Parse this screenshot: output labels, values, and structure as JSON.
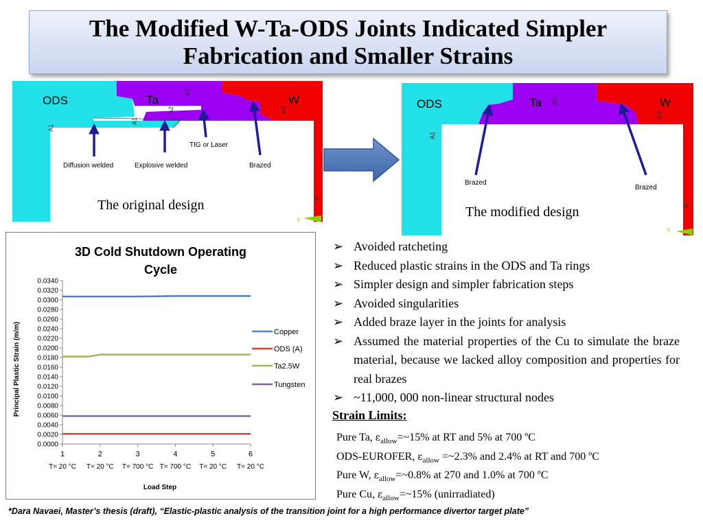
{
  "title": {
    "line1": "The Modified W-Ta-ODS Joints Indicated Simpler",
    "line2": "Fabrication and Smaller Strains"
  },
  "original": {
    "labels": {
      "ods": "ODS",
      "ta": "Ta",
      "w": "W",
      "a1": "A1",
      "a2": "A2",
      "a3": "A3",
      "x": "X",
      "y": "Y"
    },
    "annotations": {
      "diffusion": "Diffusion welded",
      "explosive": "Explosive welded",
      "tig": "TIG or Laser",
      "brazed": "Brazed"
    },
    "caption": "The original design"
  },
  "modified": {
    "labels": {
      "ods": "ODS",
      "ta": "Ta",
      "w": "W",
      "a1": "A1",
      "a2": "A2",
      "a3": "A3",
      "x": "X",
      "y": "Y"
    },
    "annotations": {
      "brazed_left": "Brazed",
      "brazed_right": "Brazed"
    },
    "caption": "The modified design"
  },
  "colors": {
    "ods": "#22e0e8",
    "ta": "#9b00f2",
    "w": "#f00000",
    "arrow": "#1c1c99",
    "copper": "#4f81bd",
    "ods_line": "#e0403c",
    "ta_line": "#9bbb59",
    "tungsten": "#8064a2"
  },
  "bullets": [
    "Avoided ratcheting",
    "Reduced plastic strains in the ODS and Ta rings",
    "Simpler design and simpler fabrication steps",
    "Avoided singularities",
    "Added braze layer in the joints for analysis",
    "Assumed the material properties of the Cu to simulate the braze material, because we lacked alloy composition and properties for real brazes",
    "~11,000, 000 non-linear structural nodes"
  ],
  "strain_limits": {
    "title": "Strain Limits:",
    "eps": "ε",
    "sub": "allow",
    "rows": [
      {
        "pre": "Pure Ta, ",
        "post": "=~15% at RT and 5% at 700 ºC"
      },
      {
        "pre": "ODS-EUROFER, ",
        "post": " =~2.3% and 2.4% at RT and 700 ºC"
      },
      {
        "pre": "Pure W, ",
        "post": "=~0.8% at 270 and 1.0% at 700 ºC"
      },
      {
        "pre": "Pure Cu, ",
        "post": "=~15% (unirradiated)"
      }
    ]
  },
  "footnote": "*Dara Navaei, Master’s thesis (draft),  “Elastic-plastic analysis of the transition joint for a high performance divertor target plate”",
  "chart_data": {
    "type": "line",
    "title_lines": [
      "3D Cold Shutdown Operating",
      "Cycle"
    ],
    "xlabel": "Load Step",
    "ylabel": "Principal Plastic Strain (m/m)",
    "x": [
      1,
      2,
      3,
      4,
      5,
      6
    ],
    "x_tick_labels": [
      "1",
      "2",
      "3",
      "4",
      "5",
      "6"
    ],
    "x_sub_labels": [
      "T= 20 °C",
      "T= 20 °C",
      "T= 700 °C",
      "T= 700 °C",
      "T= 20 °C",
      "T= 20 °C"
    ],
    "ylim": [
      0,
      0.034
    ],
    "y_tick_labels": [
      "0.0000",
      "0.0020",
      "0.0040",
      "0.0060",
      "0.0080",
      "0.0100",
      "0.0120",
      "0.0140",
      "0.0160",
      "0.0180",
      "0.0200",
      "0.0220",
      "0.0240",
      "0.0260",
      "0.0280",
      "0.0300",
      "0.0320",
      "0.0340"
    ],
    "legend_position": "right",
    "grid": false,
    "series": [
      {
        "name": "Copper",
        "color": "#4f81bd",
        "x": [
          1,
          2,
          3,
          4,
          5,
          6
        ],
        "values": [
          0.0307,
          0.0307,
          0.0307,
          0.0308,
          0.0308,
          0.0308
        ]
      },
      {
        "name": "ODS (A)",
        "color": "#e0403c",
        "x": [
          1,
          2,
          3,
          4,
          5,
          6
        ],
        "values": [
          0.0021,
          0.0021,
          0.0021,
          0.0021,
          0.0021,
          0.0021
        ]
      },
      {
        "name": "Ta2.5W",
        "color": "#9bbb59",
        "x": [
          1,
          1.7,
          2,
          3,
          4,
          5,
          6
        ],
        "values": [
          0.0182,
          0.0182,
          0.0186,
          0.0186,
          0.0186,
          0.0186,
          0.0186
        ]
      },
      {
        "name": "Tungsten",
        "color": "#8064a2",
        "x": [
          1,
          2,
          3,
          4,
          5,
          6
        ],
        "values": [
          0.0058,
          0.0058,
          0.0058,
          0.0058,
          0.0058,
          0.0058
        ]
      }
    ]
  }
}
